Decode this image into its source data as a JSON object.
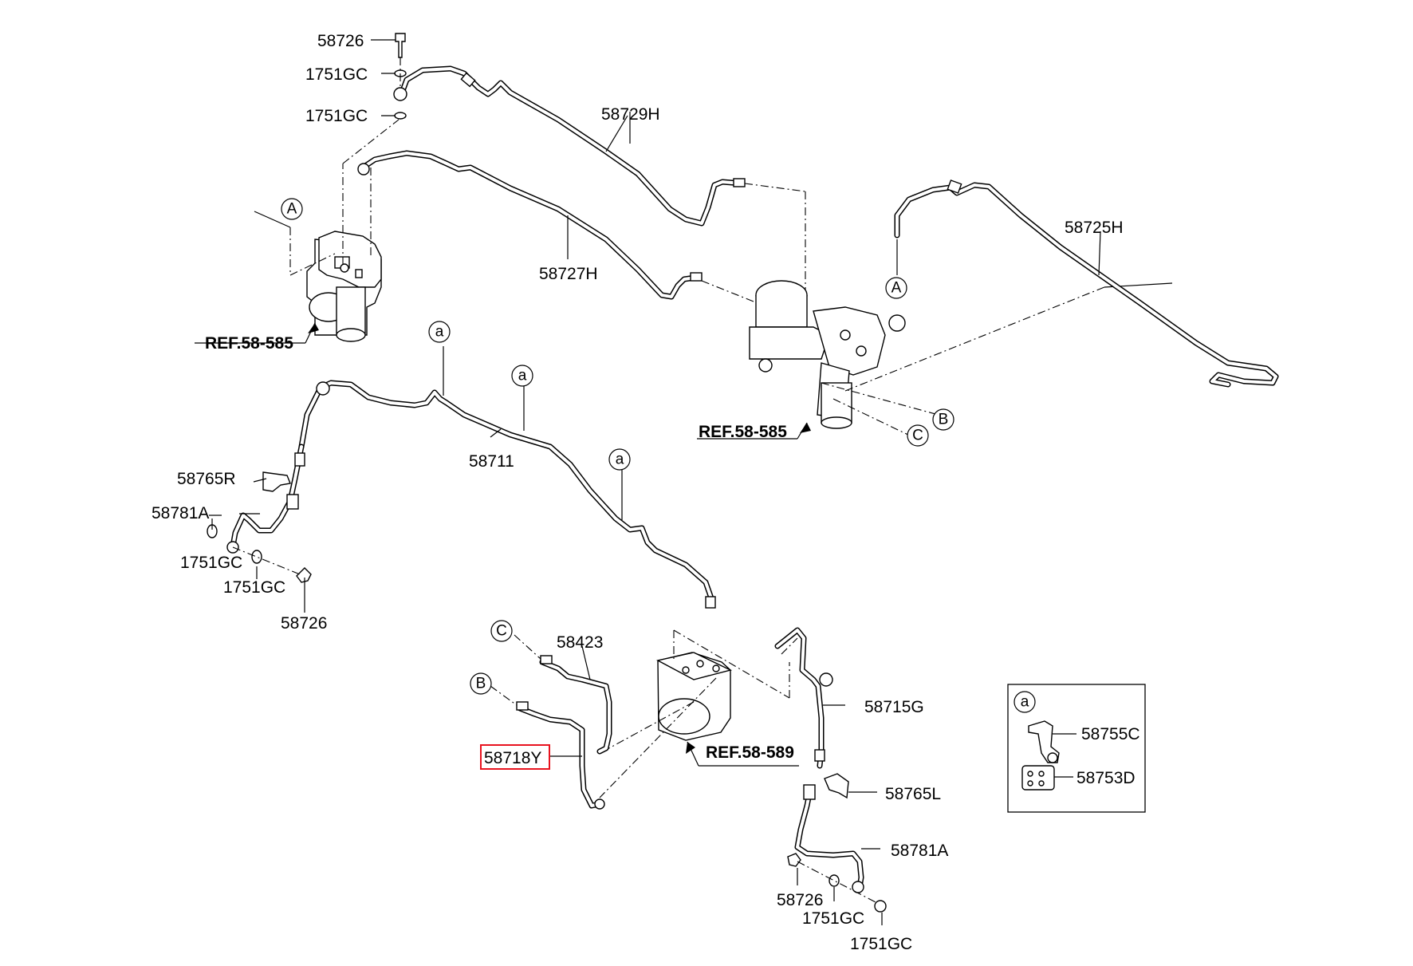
{
  "labels": {
    "l58726_top": "58726",
    "l1751_top1": "1751GC",
    "l1751_top2": "1751GC",
    "l58729H": "58729H",
    "l58727H": "58727H",
    "l58725H": "58725H",
    "ref_left": "REF.58-585",
    "ref_right": "REF.58-585",
    "ref_bottom": "REF.58-589",
    "l58711": "58711",
    "l58765R": "58765R",
    "l58781A_left": "58781A",
    "l1751_left1": "1751GC",
    "l1751_left2": "1751GC",
    "l58726_left": "58726",
    "l58423": "58423",
    "l58718Y": "58718Y",
    "l58715G": "58715G",
    "l58765L": "58765L",
    "l58781A_right": "58781A",
    "l58726_right": "58726",
    "l1751_right1": "1751GC",
    "l1751_right2": "1751GC",
    "l58755C": "58755C",
    "l58753D": "58753D"
  },
  "callouts": {
    "A1": "A",
    "A2": "A",
    "B1": "B",
    "B2": "B",
    "C1": "C",
    "C2": "C",
    "a1": "a",
    "a2": "a",
    "a3": "a",
    "a_box": "a"
  },
  "highlight_color": "#e8131f"
}
